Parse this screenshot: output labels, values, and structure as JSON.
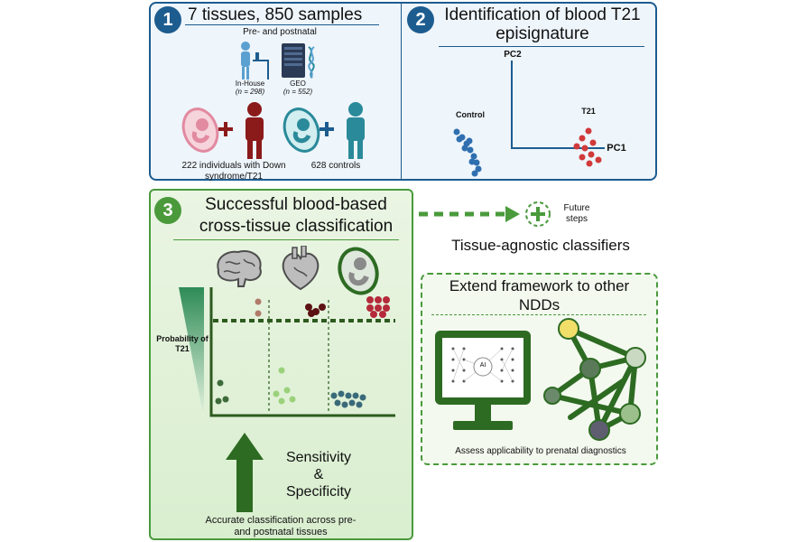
{
  "panel1": {
    "number": "1",
    "title": "7 tissues, 850 samples",
    "subtitle": "Pre- and postnatal",
    "in_house_label": "In-House",
    "in_house_n": "(n = 298)",
    "geo_label": "GEO",
    "geo_n": "(n = 552)",
    "cases_label": "222 individuals with Down syndrome/T21",
    "controls_label": "628 controls",
    "plus": "+"
  },
  "panel2": {
    "number": "2",
    "title": "Identification of blood T21 episignature",
    "pc2": "PC2",
    "pc1": "PC1",
    "control": "Control",
    "t21": "T21"
  },
  "panel3": {
    "number": "3",
    "title": "Successful blood-based cross-tissue classification",
    "ylabel": "Probability of T21",
    "sensitivity": "Sensitivity",
    "amp": "&",
    "specificity": "Specificity",
    "footer": "Accurate classification across pre- and postnatal tissues"
  },
  "future": {
    "label": "Future steps",
    "tissue_agnostic": "Tissue-agnostic classifiers",
    "extend_title": "Extend framework to other NDDs",
    "ai_label": "AI",
    "assess": "Assess applicability to prenatal diagnostics"
  },
  "colors": {
    "blue": "#1d5c8f",
    "green": "#4a9a3c",
    "dark_green": "#2d6b22",
    "case_red": "#8b1a1a",
    "control_teal": "#2a8a9a",
    "pink": "#e28aa0"
  }
}
